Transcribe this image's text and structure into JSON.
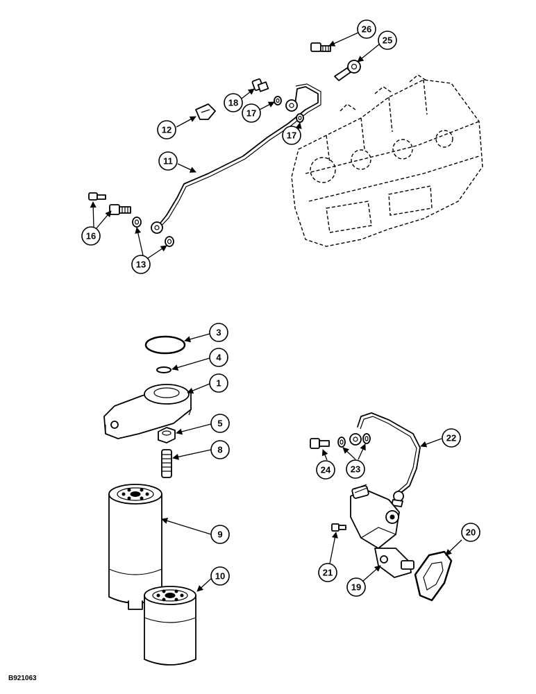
{
  "diagram": {
    "drawing_id": "B921063",
    "callouts": [
      "26",
      "25",
      "18",
      "17",
      "17",
      "12",
      "11",
      "16",
      "13",
      "3",
      "4",
      "1",
      "5",
      "8",
      "9",
      "10",
      "22",
      "24",
      "23",
      "21",
      "19",
      "20"
    ]
  }
}
